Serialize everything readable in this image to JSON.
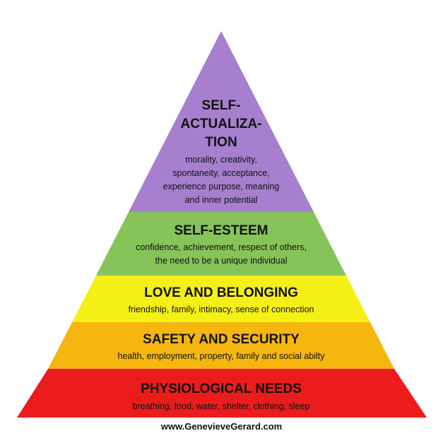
{
  "tiers": [
    {
      "key": "self_actualization",
      "title_lines": [
        "SELF-",
        "ACTUALIZA-",
        "TION"
      ],
      "description_lines": [
        "morality, creativity,",
        "spontaneity, acceptance,",
        "experience purpose, meaning",
        "and inner potential"
      ],
      "color": "#a67fce"
    },
    {
      "key": "self_esteem",
      "title_lines": [
        "SELF-ESTEEM"
      ],
      "description_lines": [
        "confidence, achievement, respect of others,",
        "the need to be a unique individual"
      ],
      "color": "#86c45a"
    },
    {
      "key": "love_belonging",
      "title_lines": [
        "LOVE AND BELONGING"
      ],
      "description_lines": [
        "friendship, family, intimacy, sense of connection"
      ],
      "color": "#f4f016"
    },
    {
      "key": "safety_security",
      "title_lines": [
        "SAFETY AND SECURITY"
      ],
      "description_lines": [
        "health, employment, property, family and social abilty"
      ],
      "color": "#f5b60f"
    },
    {
      "key": "physiological",
      "title_lines": [
        "PHYSIOLOGICAL NEEDS"
      ],
      "description_lines": [
        "breathing, food, water, shelter, clothing, sleep"
      ],
      "color": "#ec1c1c"
    }
  ],
  "credit": "www.GenevieveGerard.com"
}
